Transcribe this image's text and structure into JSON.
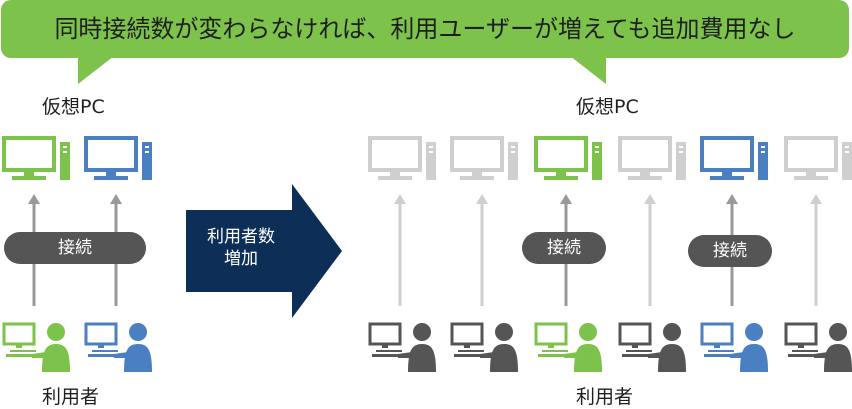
{
  "banner": {
    "text": "同時接続数が変わらなければ、利用ユーザーが増えても追加費用なし"
  },
  "colors": {
    "green": "#7dc24b",
    "blue": "#4a7fc1",
    "gray_light": "#cfcfcf",
    "gray_dark": "#555555",
    "navy": "#0d2f57",
    "arrow": "#999999"
  },
  "left": {
    "vpc_label": "仮想PC",
    "users_label": "利用者",
    "connection_label": "接続",
    "pcs": [
      {
        "color": "green",
        "icon": "desktop-pc-icon"
      },
      {
        "color": "blue",
        "icon": "desktop-pc-icon"
      }
    ],
    "users": [
      {
        "color": "green",
        "icon": "user-at-computer-icon"
      },
      {
        "color": "blue",
        "icon": "user-at-computer-icon"
      }
    ]
  },
  "center": {
    "line1": "利用者数",
    "line2": "増加"
  },
  "right": {
    "vpc_label": "仮想PC",
    "users_label": "利用者",
    "connection_labels": [
      "接続",
      "接続"
    ],
    "pcs": [
      {
        "color": "gray_light",
        "icon": "desktop-pc-icon"
      },
      {
        "color": "gray_light",
        "icon": "desktop-pc-icon"
      },
      {
        "color": "green",
        "icon": "desktop-pc-icon"
      },
      {
        "color": "gray_light",
        "icon": "desktop-pc-icon"
      },
      {
        "color": "blue",
        "icon": "desktop-pc-icon"
      },
      {
        "color": "gray_light",
        "icon": "desktop-pc-icon"
      }
    ],
    "users": [
      {
        "color": "gray_dark",
        "icon": "user-at-computer-icon"
      },
      {
        "color": "gray_dark",
        "icon": "user-at-computer-icon"
      },
      {
        "color": "green",
        "icon": "user-at-computer-icon"
      },
      {
        "color": "gray_dark",
        "icon": "user-at-computer-icon"
      },
      {
        "color": "blue",
        "icon": "user-at-computer-icon"
      },
      {
        "color": "gray_dark",
        "icon": "user-at-computer-icon"
      }
    ]
  }
}
